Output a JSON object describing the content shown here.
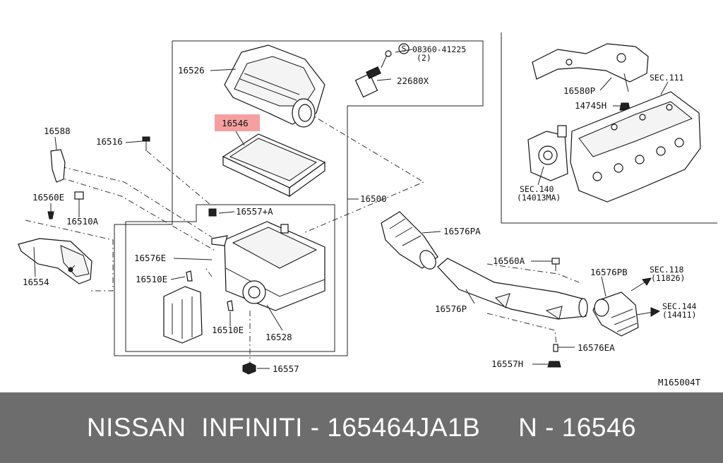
{
  "labels": {
    "l16526": "16526",
    "l16546": "16546",
    "l08360": "08360-41225",
    "l08360_qty": "(2)",
    "l22680x": "22680X",
    "l16588": "16588",
    "l16516": "16516",
    "l16560e": "16560E",
    "l16510a": "16510A",
    "l16554": "16554",
    "l16557a": "16557+A",
    "l16576e": "16576E",
    "l16510e_1": "16510E",
    "l16510e_2": "16510E",
    "l16528": "16528",
    "l16557": "16557",
    "l16500": "16500",
    "l16576pa": "16576PA",
    "l16560a": "16560A",
    "l16576p": "16576P",
    "l16576pb": "16576PB",
    "l_sec118": "SEC.118",
    "l_sec118_ref": "(11826)",
    "l_sec144": "SEC.144",
    "l_sec144_ref": "(14411)",
    "l16576ea": "16576EA",
    "l16557h": "16557H",
    "l16580p": "16580P",
    "l_sec111": "SEC.111",
    "l14745h": "14745H",
    "l_sec140": "SEC.140",
    "l_sec140_ref": "(14013MA)",
    "l_diagram_id": "M165004T",
    "l_bolt_symbol": "S"
  },
  "highlight_color": "#f4a0a0",
  "footer": {
    "text": "NISSAN  INFINITI - 165464JA1B     N - 16546"
  }
}
